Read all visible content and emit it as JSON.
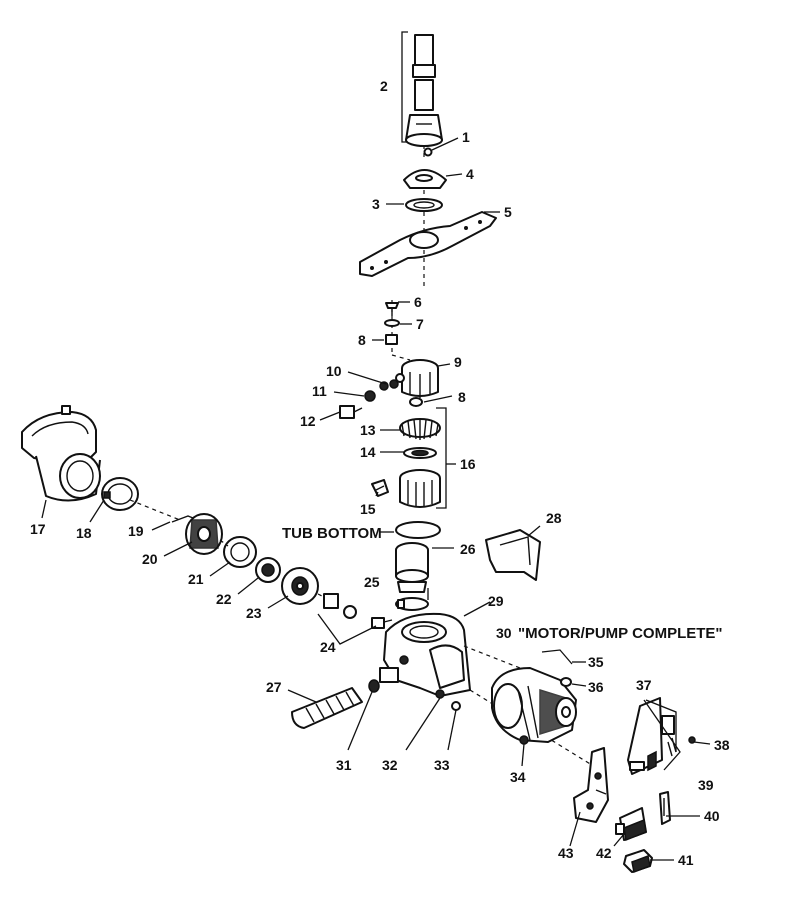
{
  "callouts": [
    {
      "id": "1",
      "text": "1"
    },
    {
      "id": "2",
      "text": "2"
    },
    {
      "id": "3",
      "text": "3"
    },
    {
      "id": "4",
      "text": "4"
    },
    {
      "id": "5",
      "text": "5"
    },
    {
      "id": "6",
      "text": "6"
    },
    {
      "id": "7",
      "text": "7"
    },
    {
      "id": "8a",
      "text": "8"
    },
    {
      "id": "8b",
      "text": "8"
    },
    {
      "id": "9",
      "text": "9"
    },
    {
      "id": "10",
      "text": "10"
    },
    {
      "id": "11",
      "text": "11"
    },
    {
      "id": "12",
      "text": "12"
    },
    {
      "id": "13",
      "text": "13"
    },
    {
      "id": "14",
      "text": "14"
    },
    {
      "id": "15",
      "text": "15"
    },
    {
      "id": "16",
      "text": "16"
    },
    {
      "id": "17",
      "text": "17"
    },
    {
      "id": "18",
      "text": "18"
    },
    {
      "id": "19",
      "text": "19"
    },
    {
      "id": "20",
      "text": "20"
    },
    {
      "id": "21",
      "text": "21"
    },
    {
      "id": "22",
      "text": "22"
    },
    {
      "id": "23",
      "text": "23"
    },
    {
      "id": "24",
      "text": "24"
    },
    {
      "id": "25",
      "text": "25"
    },
    {
      "id": "26",
      "text": "26"
    },
    {
      "id": "27",
      "text": "27"
    },
    {
      "id": "28",
      "text": "28"
    },
    {
      "id": "29",
      "text": "29"
    },
    {
      "id": "30",
      "text": "30"
    },
    {
      "id": "31",
      "text": "31"
    },
    {
      "id": "32",
      "text": "32"
    },
    {
      "id": "33",
      "text": "33"
    },
    {
      "id": "34",
      "text": "34"
    },
    {
      "id": "35",
      "text": "35"
    },
    {
      "id": "36",
      "text": "36"
    },
    {
      "id": "37",
      "text": "37"
    },
    {
      "id": "38",
      "text": "38"
    },
    {
      "id": "39",
      "text": "39"
    },
    {
      "id": "40",
      "text": "40"
    },
    {
      "id": "41",
      "text": "41"
    },
    {
      "id": "42",
      "text": "42"
    },
    {
      "id": "43",
      "text": "43"
    }
  ],
  "labels": {
    "tub_bottom": "TUB BOTTOM",
    "motor_pump": "\"MOTOR/PUMP COMPLETE\""
  }
}
